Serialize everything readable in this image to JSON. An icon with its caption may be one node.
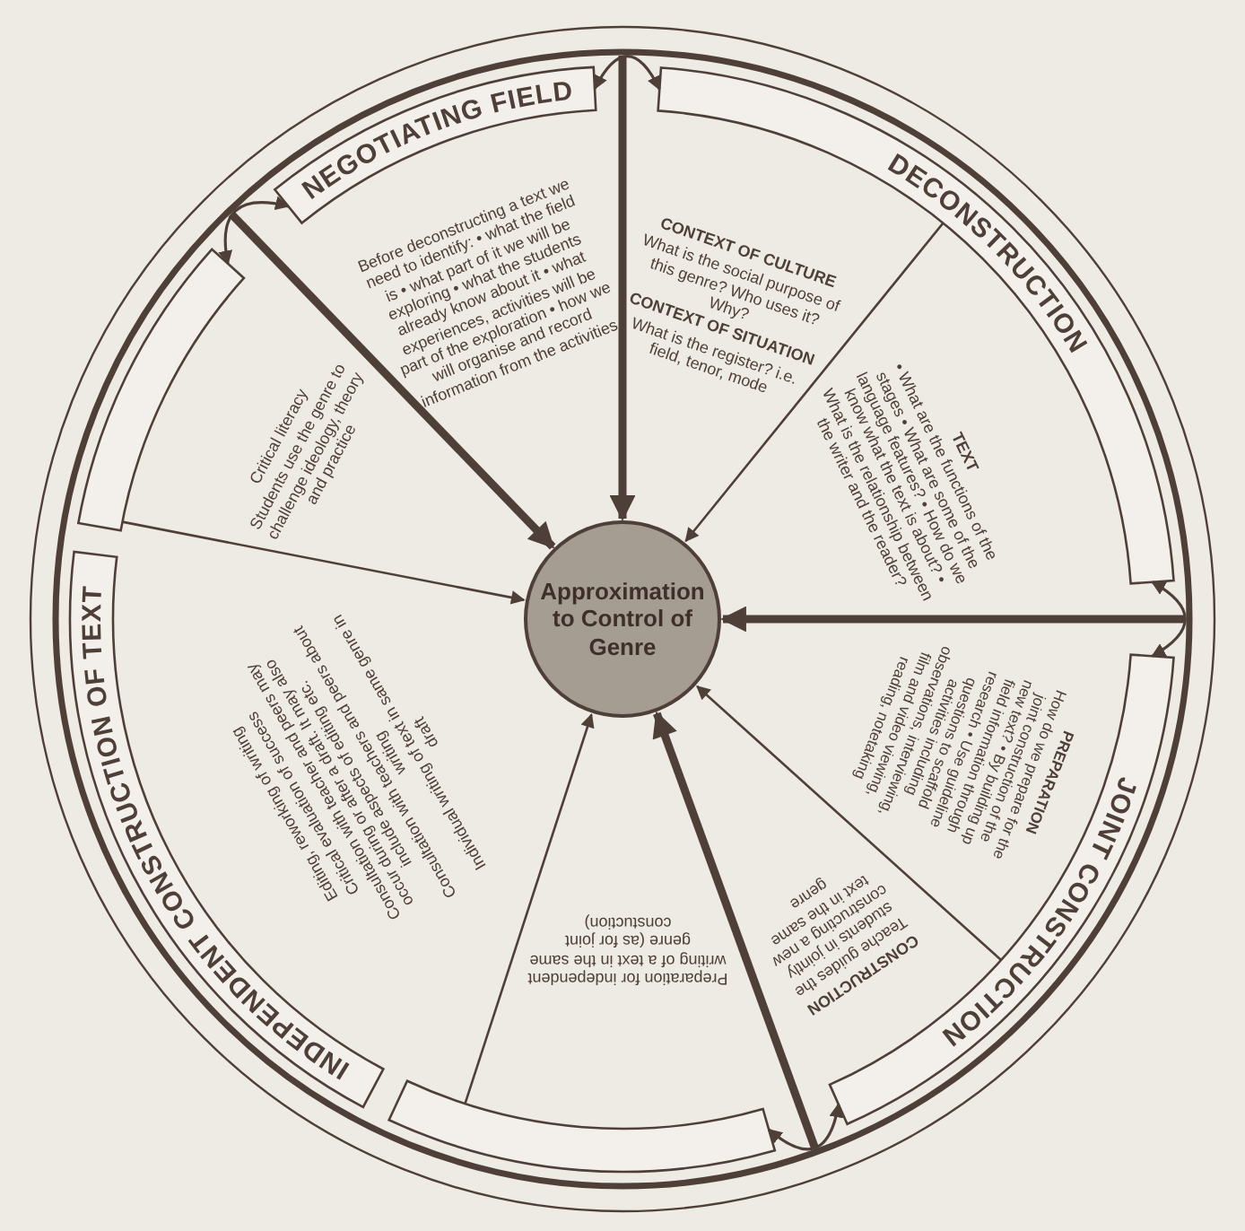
{
  "diagram": {
    "nodes": [
      {
        "text": [
          "Approximation to Control of Genre"
        ]
      },
      {
        "text": [
          "NEGOTIATING FIELD"
        ]
      },
      {
        "text": [
          "Before deconstructing a text we need to identify: • what the field is • what part of it we will be exploring • what the students already know about it • what experiences, activities will be part of the exploration • how we will organise and record information from the activities"
        ]
      },
      {
        "text": [
          "DECONSTRUCTION"
        ]
      },
      {
        "text": [
          "CONTEXT OF CULTURE",
          "What is the social purpose of this genre? Who uses it? Why?",
          "CONTEXT OF SITUATION",
          "What is the register? i.e. field, tenor, mode"
        ]
      },
      {
        "text": [
          "TEXT",
          "• What are the functions of the stages • What are some of the language features? • How do we know what the text is about? • What is the relationship between the writer and the reader?"
        ]
      },
      {
        "text": [
          "JOINT CONSTRUCTION"
        ]
      },
      {
        "text": [
          "PREPARATION",
          "How do we prepare for the joint construction of the new text? • By building up field information through research • Use guideline questions to scaffold activities including observations, interviewing, film and video viewing, reading, notetaking"
        ]
      },
      {
        "text": [
          "CONSTRUCTION",
          "Teache guides the students in jointly constructing a new text in the same genre"
        ]
      },
      {
        "text": [
          "Preparation for independent writing of a text in the same genre (as for joint constuction)"
        ]
      },
      {
        "text": [],
        "shape": "box"
      },
      {
        "text": [
          "INDEPENDENT CONSTRUCTION OF TEXT"
        ]
      },
      {
        "text": [
          "Editing, reworking of writing",
          "Critical evaluation of success",
          "Consultation with teacher and peers may occur during or after a draft. It may also include aspects of editing etc.",
          "Consultation with teachers and peers about writing",
          "Individual writing of text in same genre in draft"
        ]
      },
      {
        "text": [],
        "shape": "box"
      },
      {
        "text": [
          "Critical literacy",
          "Students use the genre to challenge ideology, theory and practice"
        ]
      }
    ],
    "edges": [
      {
        "from": null,
        "to": 0,
        "arrow": "to",
        "style": "thick"
      },
      {
        "from": 3,
        "to": 0,
        "arrow": "to"
      },
      {
        "from": null,
        "to": 0,
        "arrow": "to",
        "style": "thick"
      },
      {
        "from": 6,
        "to": 0,
        "arrow": "to"
      },
      {
        "from": null,
        "to": 0,
        "arrow": "to",
        "style": "thick"
      },
      {
        "from": 10,
        "to": 0,
        "arrow": "to"
      },
      {
        "from": 13,
        "to": 0,
        "arrow": "to"
      },
      {
        "from": null,
        "to": 0,
        "arrow": "to",
        "style": "thick"
      },
      {
        "from": 1,
        "to": 3,
        "arrow": "both"
      },
      {
        "from": 3,
        "to": 6,
        "arrow": "both"
      },
      {
        "from": 6,
        "to": 10,
        "arrow": "both"
      },
      {
        "from": 13,
        "to": 1,
        "arrow": "both"
      }
    ]
  }
}
